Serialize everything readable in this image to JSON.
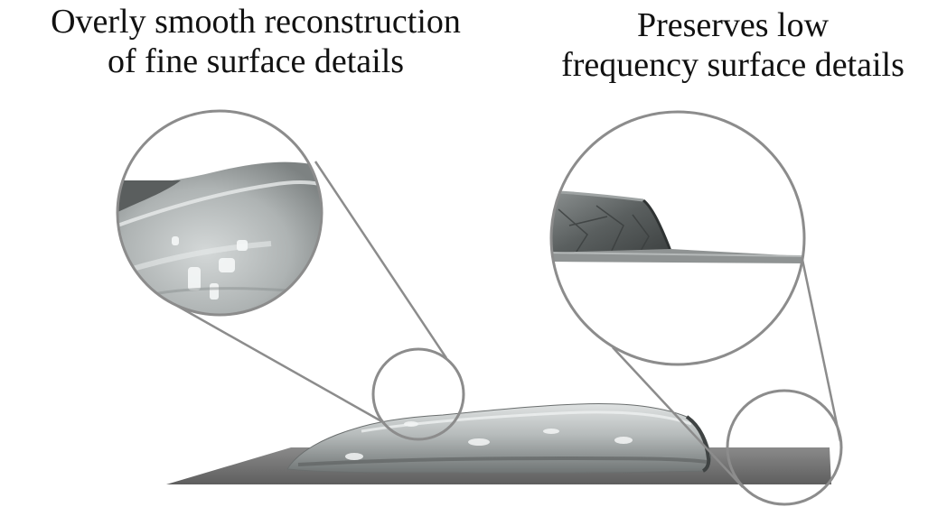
{
  "captions": {
    "left": {
      "line1": "Overly smooth reconstruction",
      "line2": "of fine surface details"
    },
    "right": {
      "line1": "Preserves low",
      "line2": "frequency surface details"
    }
  },
  "colors": {
    "callout_stroke": "#8c8c8c",
    "ground_plane": "#707070",
    "mesh_light": "#c9cdcd",
    "mesh_dark": "#5c6060",
    "text": "#111111"
  }
}
